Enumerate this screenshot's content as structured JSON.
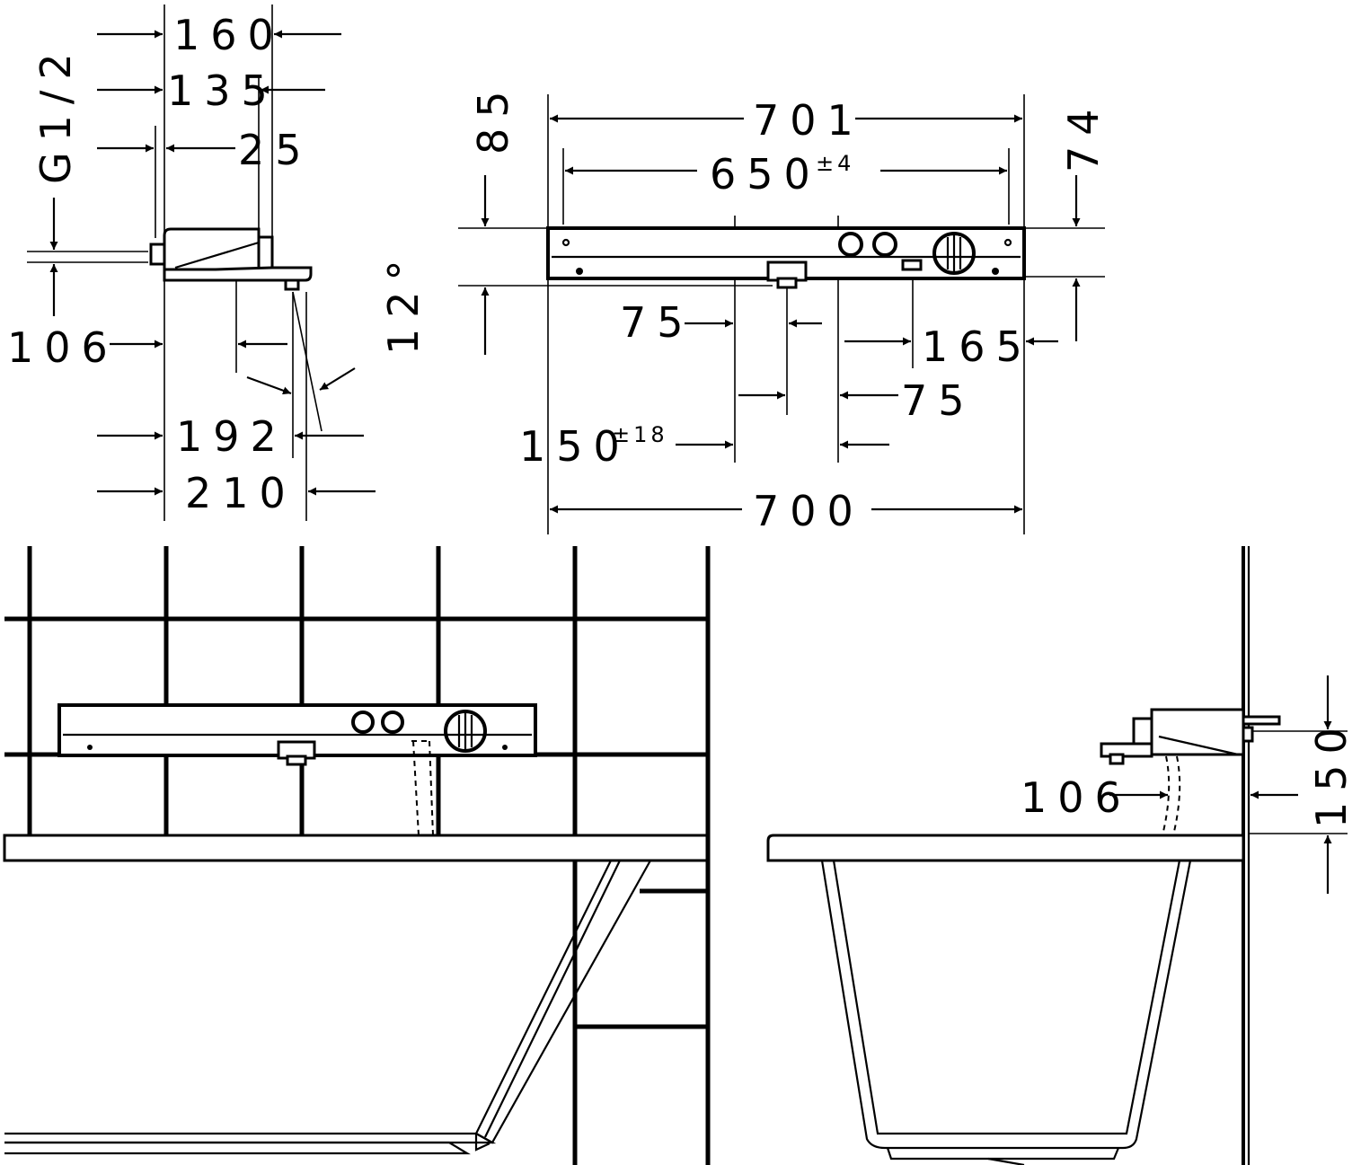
{
  "side_view": {
    "width_outer": "160",
    "width_body": "135",
    "depth_gap": "25",
    "thread": "G1/2",
    "offset": "106",
    "angle": "12°",
    "spout_reach": "192",
    "total_reach": "210"
  },
  "front_view": {
    "width_top": "701",
    "mount_width": "650",
    "mount_tolerance": "±4",
    "height_left": "85",
    "height_right": "74",
    "dist_a": "75",
    "dist_b": "165",
    "dist_c": "75",
    "center": "150",
    "center_tolerance": "±18",
    "width_bottom": "700"
  },
  "installation_side": {
    "offset": "106",
    "height": "150"
  },
  "colors": {
    "line": "#000000",
    "background": "#ffffff"
  }
}
